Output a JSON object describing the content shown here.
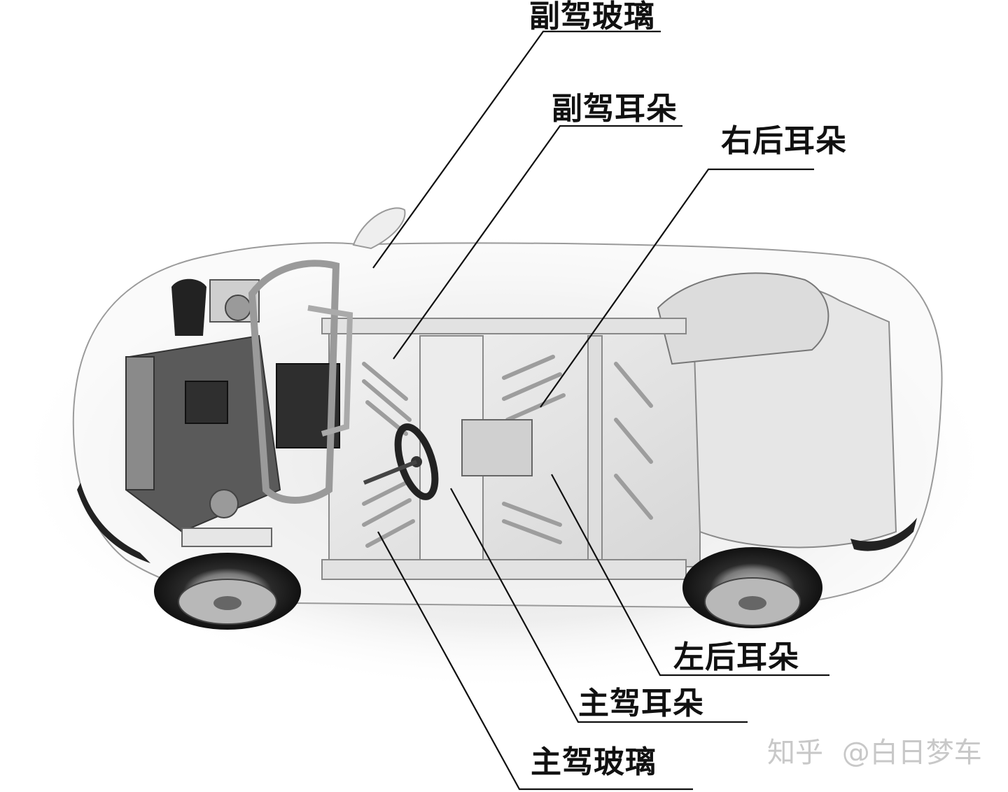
{
  "callouts": [
    {
      "id": "fu-jia-boli",
      "text": "副驾玻璃"
    },
    {
      "id": "fu-jia-erduo",
      "text": "副驾耳朵"
    },
    {
      "id": "you-hou-erduo",
      "text": "右后耳朵"
    },
    {
      "id": "zuo-hou-erduo",
      "text": "左后耳朵"
    },
    {
      "id": "zhu-jia-erduo",
      "text": "主驾耳朵"
    },
    {
      "id": "zhu-jia-boli",
      "text": "主驾玻璃"
    }
  ],
  "watermark": {
    "platform": "知乎",
    "author": "@白日梦车"
  },
  "colors": {
    "label": "#111111",
    "leader": "#111111",
    "watermark": "#bdbdbd"
  }
}
